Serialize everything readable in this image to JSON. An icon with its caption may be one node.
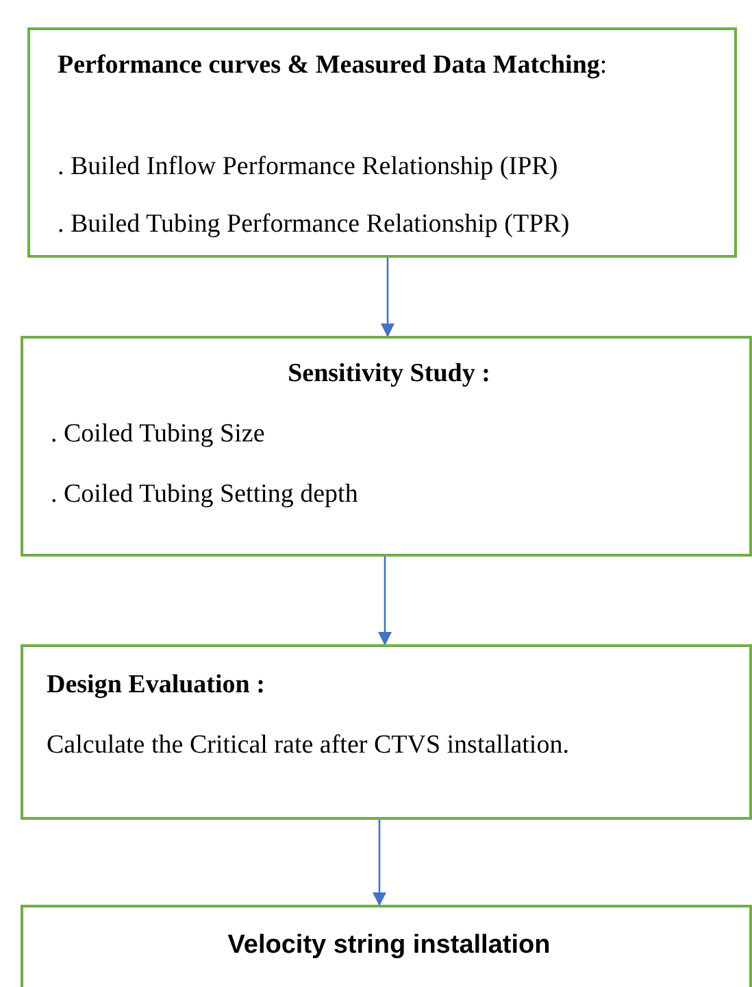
{
  "diagram": {
    "nodes": [
      {
        "text": [
          "**Performance curves & Measured Data Matching**:",
          ". Builed Inflow Performance Relationship (IPR)",
          ". Builed Tubing Performance Relationship (TPR)"
        ]
      },
      {
        "text": [
          "Sensitivity Study :",
          ". Coiled Tubing Size",
          ". Coiled Tubing Setting depth"
        ]
      },
      {
        "text": [
          "Design Evaluation :",
          "Calculate the Critical rate after CTVS installation."
        ]
      },
      {
        "text": [
          "Velocity string installation"
        ]
      }
    ],
    "edges": [
      {
        "from": 0,
        "to": 1,
        "arrow": "to"
      },
      {
        "from": 1,
        "to": 2,
        "arrow": "to"
      },
      {
        "from": 2,
        "to": 3,
        "arrow": "to"
      }
    ]
  }
}
